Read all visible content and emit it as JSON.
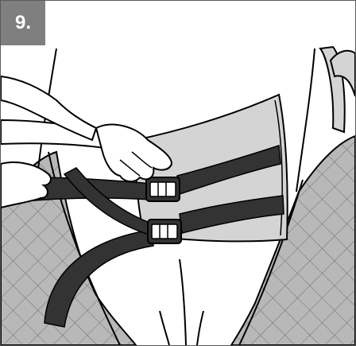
{
  "step": {
    "number_label": "9."
  },
  "colors": {
    "badge_bg": "#7f7f7f",
    "badge_text": "#ffffff",
    "frame_border": "#5a5a5a",
    "strap": "#333333",
    "belt_padding": "#d4d4d4",
    "sling_fabric": "#b8b8b8",
    "skin": "#ffffff",
    "outline": "#000000"
  },
  "illustration": {
    "subject": "hands-fastening-sling-waist-belt-buckles",
    "buckle_count": 2
  }
}
